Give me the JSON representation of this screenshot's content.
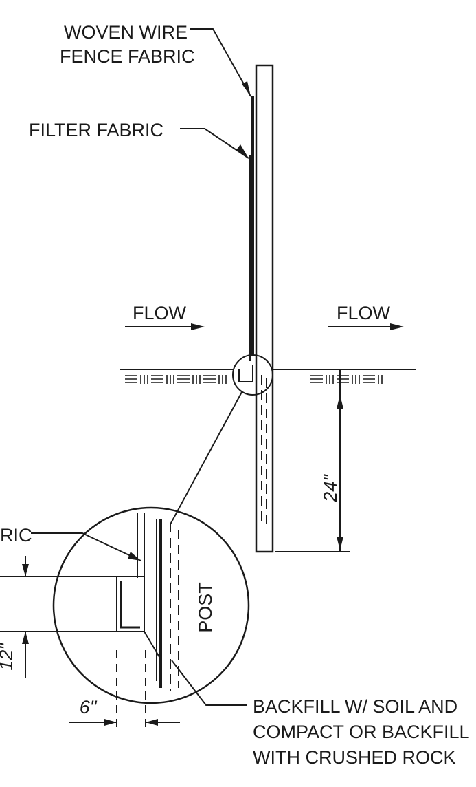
{
  "labels": {
    "woven_wire_line1": "WOVEN WIRE",
    "woven_wire_line2": "FENCE FABRIC",
    "filter_fabric": "FILTER FABRIC",
    "flow_left": "FLOW",
    "flow_right": "FLOW",
    "detail_fabric_partial": "RIC",
    "post": "POST",
    "backfill_line1": "BACKFILL W/ SOIL AND",
    "backfill_line2": "COMPACT OR BACKFILL",
    "backfill_line3": "WITH CRUSHED ROCK"
  },
  "dimensions": {
    "post_depth": "24\"",
    "trench_depth": "12\"",
    "trench_width": "6\""
  },
  "colors": {
    "ink": "#1a1a1a",
    "paper": "#ffffff"
  }
}
